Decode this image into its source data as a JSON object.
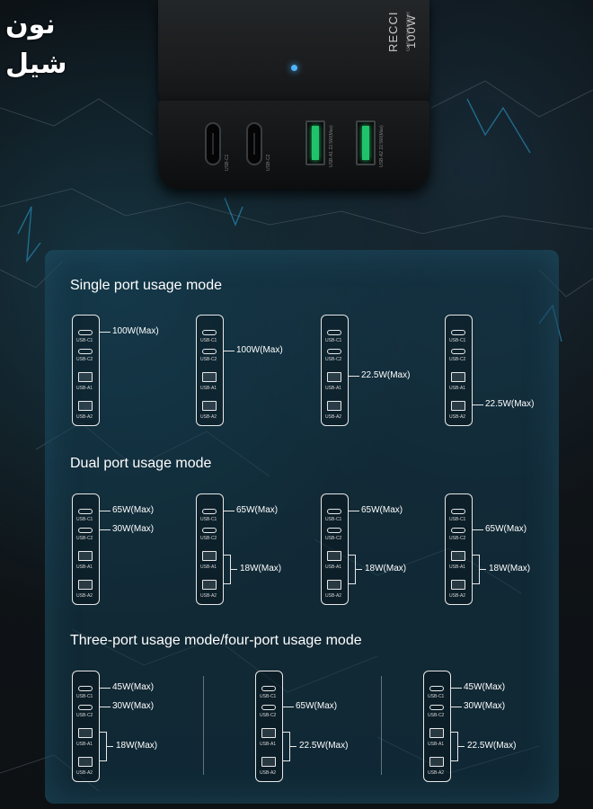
{
  "watermark": "نون شيل",
  "charger": {
    "brand": "RECCI 100W",
    "brand_sub": "GaN CHARGER",
    "ports": [
      "USB-C1",
      "USB-C2",
      "USB-A1 22.5W(Max)",
      "USB-A2 22.5W(Max)"
    ]
  },
  "colors": {
    "accent_led": "#4fb3ff",
    "port_green": "#1fc46a",
    "panel": "#143c50"
  },
  "icons": [
    "charger-icon",
    "usb-c-port-icon",
    "usb-a-port-icon",
    "led-indicator-icon"
  ],
  "port_labels": {
    "c1": "USB-C1",
    "c2": "USB-C2",
    "a1": "USB-A1",
    "a2": "USB-A2"
  },
  "sections": [
    {
      "title": "Single port usage mode",
      "diagrams": [
        {
          "c1": "100W(Max)"
        },
        {
          "c2": "100W(Max)"
        },
        {
          "a1": "22.5W(Max)"
        },
        {
          "a2": "22.5W(Max)"
        }
      ]
    },
    {
      "title": "Dual port usage mode",
      "diagrams": [
        {
          "c1": "65W(Max)",
          "c2": "30W(Max)"
        },
        {
          "c1": "65W(Max)",
          "a": "18W(Max)"
        },
        {
          "c1": "65W(Max)",
          "a": "18W(Max)"
        },
        {
          "c2": "65W(Max)",
          "a": "18W(Max)"
        }
      ]
    },
    {
      "title": "Three-port usage mode/four-port usage mode",
      "diagrams": [
        {
          "c1": "45W(Max)",
          "c2": "30W(Max)",
          "a": "18W(Max)"
        },
        {
          "c2": "65W(Max)",
          "a": "22.5W(Max)"
        },
        {
          "c1": "45W(Max)",
          "c2": "30W(Max)",
          "a": "22.5W(Max)"
        }
      ]
    }
  ]
}
